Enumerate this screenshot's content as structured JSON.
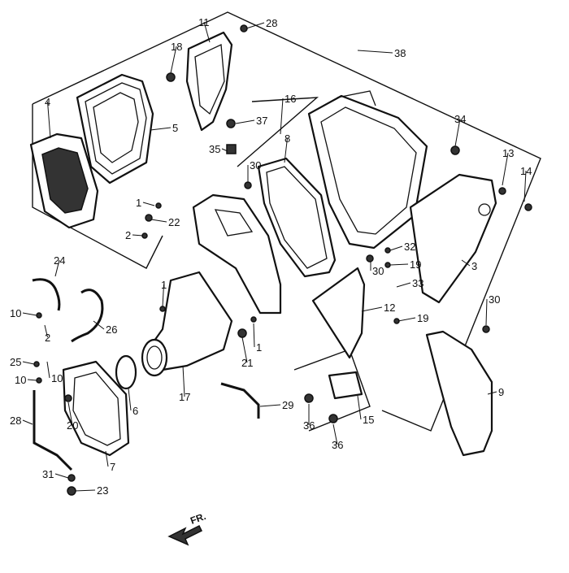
{
  "diagram": {
    "callouts": [
      "1",
      "2",
      "3",
      "4",
      "5",
      "6",
      "7",
      "8",
      "9",
      "10",
      "11",
      "12",
      "13",
      "14",
      "15",
      "16",
      "17",
      "18",
      "19",
      "20",
      "21",
      "22",
      "23",
      "24",
      "25",
      "26",
      "28",
      "29",
      "30",
      "31",
      "32",
      "33",
      "34",
      "35",
      "36",
      "37",
      "38"
    ],
    "front_indicator": "FR."
  }
}
